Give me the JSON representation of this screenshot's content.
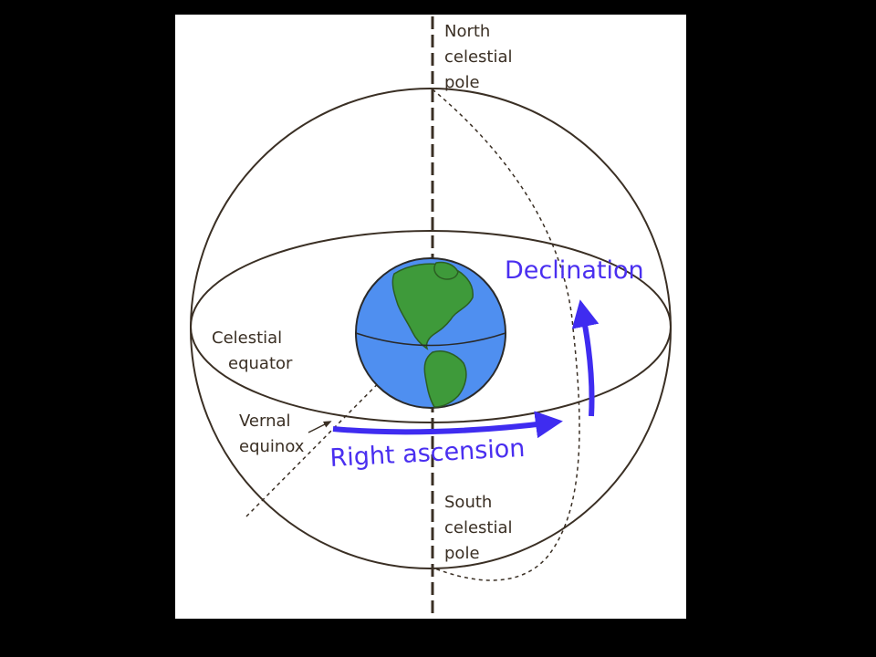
{
  "labels": {
    "north_pole": [
      "North",
      "celestial",
      "pole"
    ],
    "south_pole": [
      "South",
      "celestial",
      "pole"
    ],
    "celestial_equator": [
      "Celestial",
      "equator"
    ],
    "vernal_equinox": [
      "Vernal",
      "equinox"
    ],
    "declination": "Declination",
    "right_ascension": "Right ascension"
  },
  "colors": {
    "background": "#000000",
    "panel": "#ffffff",
    "sphere_line": "#3a2f24",
    "accent_blue": "#3f2cf0",
    "ocean": "#4f8ff0",
    "land": "#3e9a3a"
  }
}
